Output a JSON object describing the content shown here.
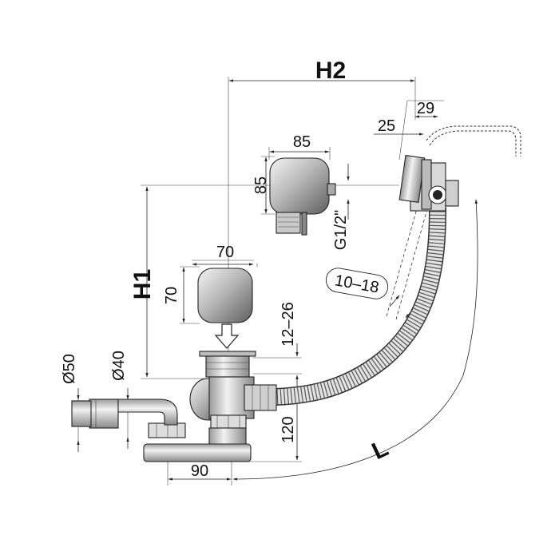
{
  "labels": {
    "h2": "H2",
    "h1": "H1",
    "l": "L",
    "dim_29": "29",
    "dim_25": "25",
    "dim_85_w": "85",
    "dim_85_h": "85",
    "dim_g12": "G1/2\"",
    "dim_70_w": "70",
    "dim_70_h": "70",
    "dim_10_18": "10–18",
    "dim_12_26": "12–26",
    "dim_50": "Ø50",
    "dim_40": "Ø40",
    "dim_120": "120",
    "dim_90": "90"
  },
  "colors": {
    "line": "#222222",
    "metal_light": "#eeeeee",
    "metal_mid": "#b5b5b5",
    "metal_dark": "#6f6f6f",
    "hose": "#d0d0d0"
  }
}
